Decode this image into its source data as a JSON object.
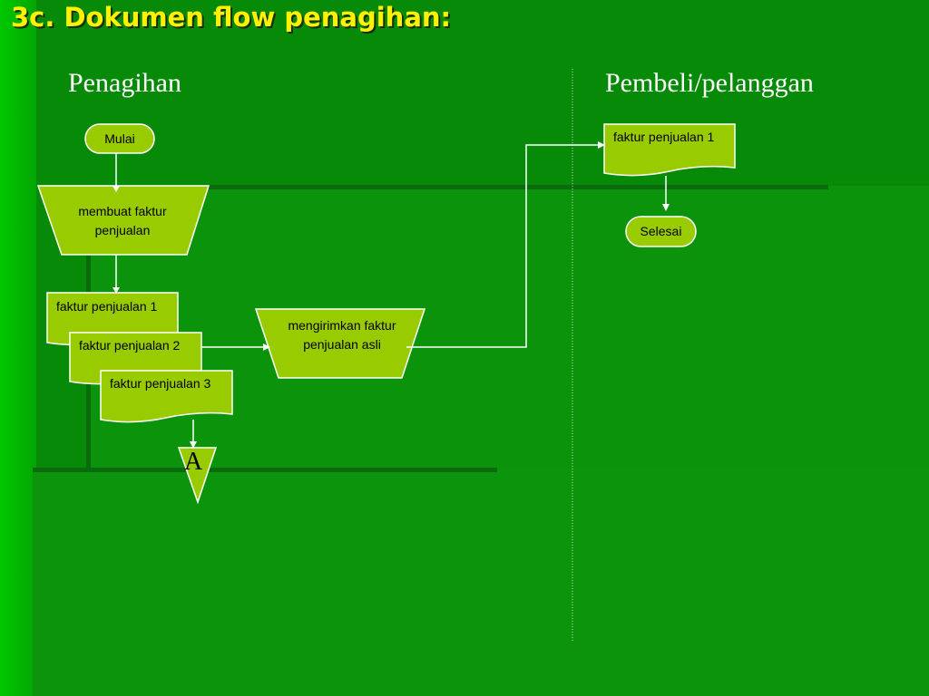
{
  "title": "3c. Dokumen flow penagihan:",
  "lanes": [
    {
      "label": "Penagihan"
    },
    {
      "label": "Pembeli/pelanggan"
    }
  ],
  "nodes": {
    "start": "Mulai",
    "create_invoice": "membuat faktur penjualan",
    "doc1": "faktur penjualan 1",
    "doc2": "faktur penjualan 2",
    "doc3": "faktur penjualan 3",
    "send_invoice": "mengirimkan faktur penjualan asli",
    "customer_doc1": "faktur penjualan 1",
    "end": "Selesai",
    "connector": "A"
  },
  "colors": {
    "shape_fill": "#99cc00",
    "title": "#fff200",
    "background": "#078a07"
  }
}
